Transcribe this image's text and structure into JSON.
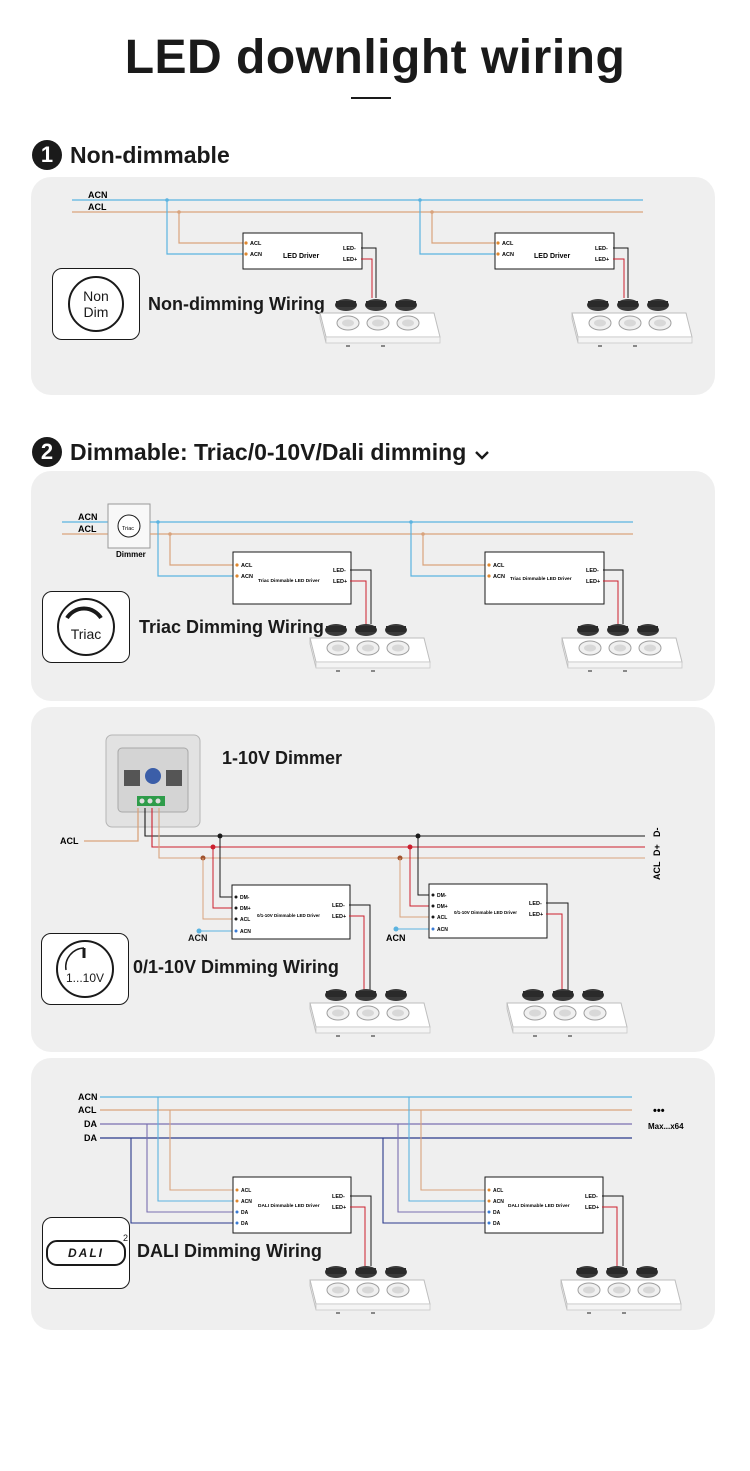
{
  "title": "LED downlight wiring",
  "section1": {
    "number": "1",
    "heading": "Non-dimmable",
    "icon_text_line1": "Non",
    "icon_text_line2": "Dim",
    "wiring_label": "Non-dimming Wiring",
    "bus_labels": [
      "ACN",
      "ACL"
    ],
    "driver_label": "LED Driver",
    "driver_in": [
      "ACL",
      "ACN"
    ],
    "driver_out": [
      "LED-",
      "LED+"
    ]
  },
  "section2": {
    "number": "2",
    "heading": "Dimmable",
    "subheading": ": Triac/0-10V/Dali dimming"
  },
  "triac": {
    "icon_text": "Triac",
    "dimmer_icon_text": "Triac",
    "dimmer_caption": "Dimmer",
    "wiring_label": "Triac Dimming Wiring",
    "bus_labels": [
      "ACN",
      "ACL"
    ],
    "driver_label": "Triac Dimmable LED Driver",
    "driver_in": [
      "ACL",
      "ACN"
    ],
    "driver_out": [
      "LED-",
      "LED+"
    ]
  },
  "zeroten": {
    "dimmer_title": "1-10V Dimmer",
    "icon_text": "1...10V",
    "wiring_label": "0/1-10V Dimming Wiring",
    "acl_label": "ACL",
    "acn_label": "ACN",
    "bus_end_labels": [
      "D-",
      "D+",
      "ACL"
    ],
    "driver_label": "0/1-10V Dimmable LED Driver",
    "driver_in": [
      "DM-",
      "DM+",
      "ACL",
      "ACN"
    ],
    "driver_out": [
      "LED-",
      "LED+"
    ]
  },
  "dali": {
    "icon_text": "DALI",
    "icon_sup": "2",
    "wiring_label": "DALI Dimming Wiring",
    "bus_labels": [
      "ACN",
      "ACL",
      "DA",
      "DA"
    ],
    "dots": "•••",
    "max_label": "Max...x64",
    "driver_label": "DALI Dimmable LED Driver",
    "driver_in": [
      "ACL",
      "ACN",
      "DA",
      "DA"
    ],
    "driver_out": [
      "LED-",
      "LED+"
    ]
  },
  "colors": {
    "acn": "#5bb3e0",
    "acl": "#d9a37c",
    "red": "#cc1f2e",
    "dark": "#1a1a1a",
    "panel": "#efefef",
    "da": "#2b3a8c"
  }
}
